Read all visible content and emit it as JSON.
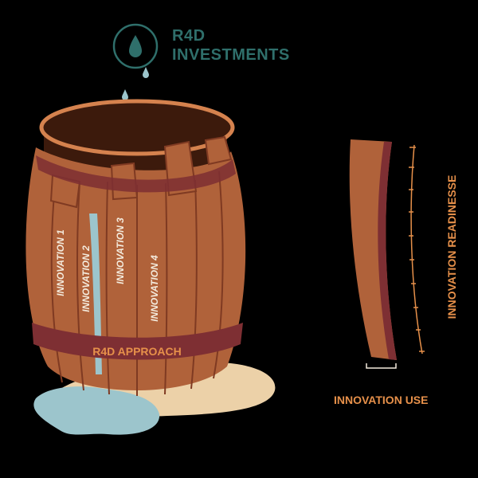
{
  "title": {
    "line1": "R4D",
    "line2": "INVESTMENTS"
  },
  "barrel": {
    "band_label": "R4D APPROACH",
    "staves": [
      {
        "label": "INNOVATION 1"
      },
      {
        "label": "INNOVATION 2"
      },
      {
        "label": "INNOVATION 3"
      },
      {
        "label": "INNOVATION 4"
      }
    ]
  },
  "axis": {
    "vertical_label": "INNOVATION READINESSE",
    "horizontal_label": "INNOVATION USE"
  },
  "icons": [
    "water-drop-icon"
  ],
  "colors": {
    "background": "#000000",
    "wood": "#b0623a",
    "wood_dark": "#7f3a22",
    "band": "#7e2f33",
    "water": "#9cc5cc",
    "puddle_beige": "#ecd1a8",
    "label_orange": "#e6904a",
    "title_teal": "#2f6f6b"
  }
}
